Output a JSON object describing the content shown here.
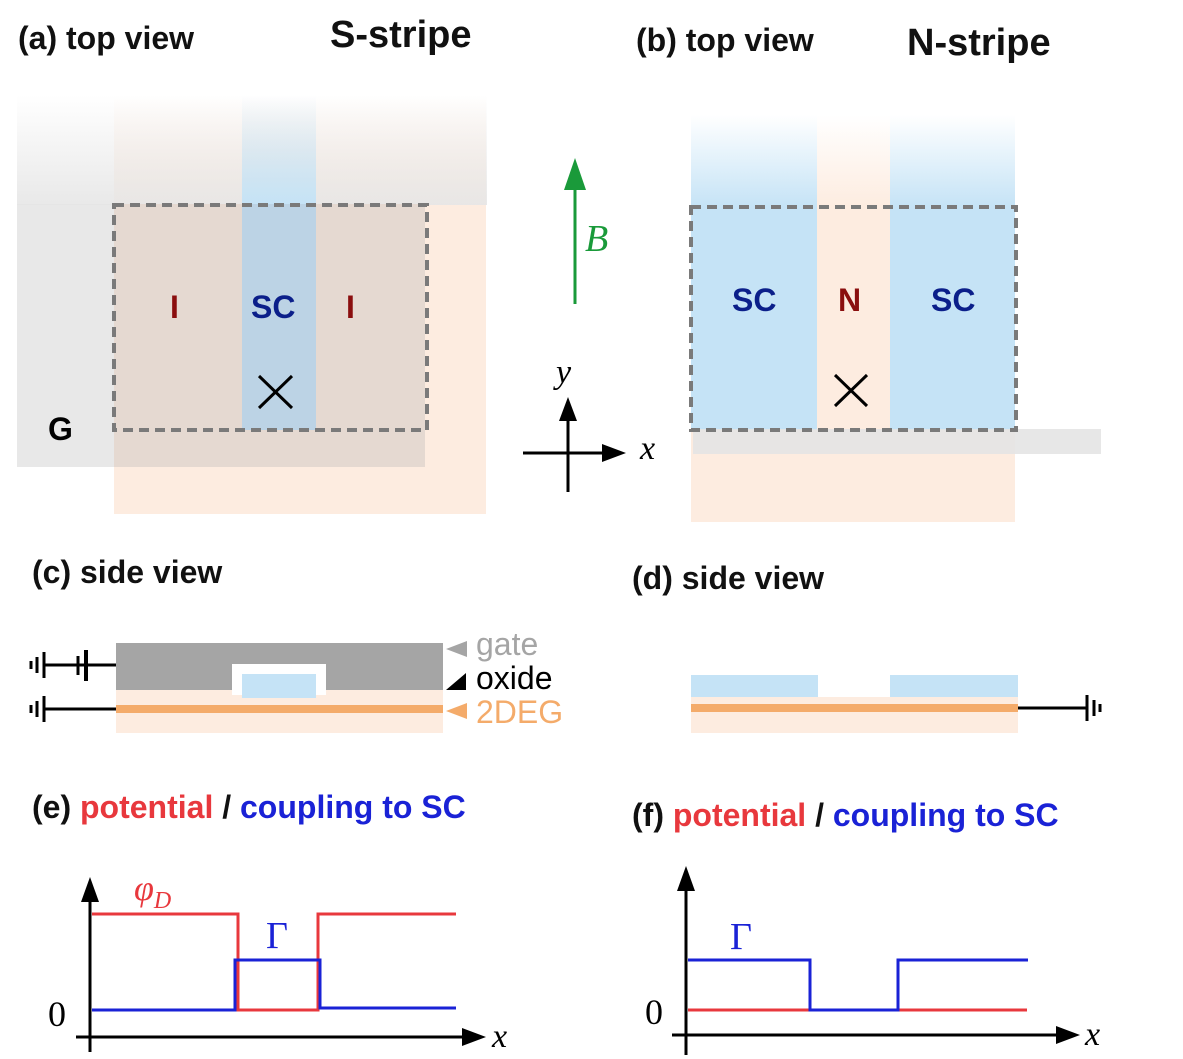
{
  "panels": {
    "a": {
      "label": "(a) top view",
      "title": "S-stripe",
      "left_region": "I",
      "center_region": "SC",
      "right_region": "I",
      "gate_label": "G"
    },
    "b": {
      "label": "(b) top view",
      "title": "N-stripe",
      "left_region": "SC",
      "center_region": "N",
      "right_region": "SC"
    },
    "c": {
      "label": "(c) side view",
      "legend": {
        "gate": "gate",
        "oxide": "oxide",
        "twodeg": "2DEG"
      }
    },
    "d": {
      "label": "(d) side view"
    },
    "e": {
      "label_prefix": "(e)",
      "potential": "potential",
      "sep": "/",
      "coupling": "coupling to SC",
      "phi_symbol": "φ",
      "phi_sub": "D",
      "gamma": "Γ",
      "zero": "0",
      "xaxis": "x"
    },
    "f": {
      "label_prefix": "(f)",
      "potential": "potential",
      "sep": "/",
      "coupling": "coupling to SC",
      "gamma": "Γ",
      "zero": "0",
      "xaxis": "x"
    }
  },
  "axes": {
    "B": "B",
    "x": "x",
    "y": "y"
  },
  "colors": {
    "sc_fill": "#c5e3f6",
    "twodeg": "#f4ab6a",
    "twodeg_light": "#fdece0",
    "gate": "#a5a5a5",
    "potential": "#e8383d",
    "coupling": "#1a22d6",
    "field": "#1a9a3a",
    "region_sc": "#0b1f8a",
    "region_ins": "#8a0e0e"
  }
}
